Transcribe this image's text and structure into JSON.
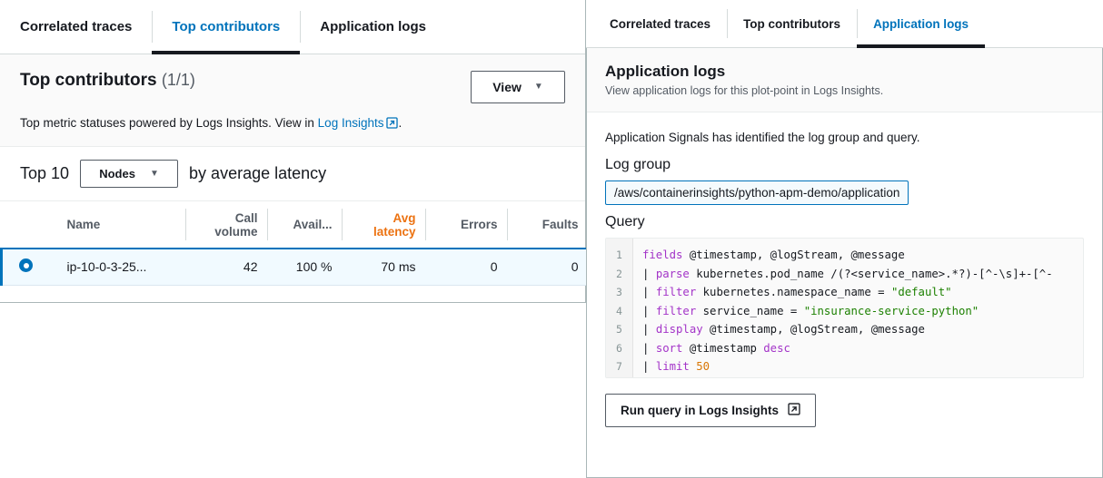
{
  "left_panel": {
    "tabs": [
      {
        "label": "Correlated traces",
        "active": false
      },
      {
        "label": "Top contributors",
        "active": true
      },
      {
        "label": "Application logs",
        "active": false
      }
    ],
    "header": {
      "title": "Top contributors",
      "count": "(1/1)",
      "description_prefix": "Top metric statuses powered by Logs Insights. View in ",
      "link_label": "Log Insights",
      "description_suffix": ".",
      "view_button_label": "View",
      "view_button_caret": "▼",
      "external_link_icon": "external-link-icon"
    },
    "topn": {
      "prefix": "Top 10",
      "dropdown_label": "Nodes",
      "dropdown_caret": "▼",
      "suffix": "by average latency"
    },
    "table": {
      "columns": [
        {
          "key": "select",
          "label": ""
        },
        {
          "key": "name",
          "label": "Name",
          "sorted": false,
          "align": "left"
        },
        {
          "key": "call_volume",
          "label": "Call volume",
          "sorted": false,
          "align": "right"
        },
        {
          "key": "availability",
          "label": "Avail...",
          "sorted": false,
          "align": "right"
        },
        {
          "key": "avg_latency",
          "label": "Avg latency",
          "sorted": true,
          "align": "right"
        },
        {
          "key": "errors",
          "label": "Errors",
          "sorted": false,
          "align": "right"
        },
        {
          "key": "faults",
          "label": "Faults",
          "sorted": false,
          "align": "right"
        }
      ],
      "rows": [
        {
          "selected": true,
          "name": "ip-10-0-3-25...",
          "call_volume": "42",
          "availability": "100 %",
          "avg_latency": "70 ms",
          "errors": "0",
          "faults": "0"
        }
      ]
    }
  },
  "right_panel": {
    "tabs": [
      {
        "label": "Correlated traces",
        "active": false
      },
      {
        "label": "Top contributors",
        "active": false
      },
      {
        "label": "Application logs",
        "active": true
      }
    ],
    "header": {
      "title": "Application logs",
      "subtitle": "View application logs for this plot-point in Logs Insights."
    },
    "intro": "Application Signals has identified the log group and query.",
    "log_group": {
      "label": "Log group",
      "value": "/aws/containerinsights/python-apm-demo/application"
    },
    "query": {
      "label": "Query",
      "lines": [
        {
          "n": "1",
          "segments": [
            {
              "t": "fields ",
              "c": "kw"
            },
            {
              "t": "@timestamp, @logStream, @message",
              "c": "pipe"
            }
          ]
        },
        {
          "n": "2",
          "segments": [
            {
              "t": "| ",
              "c": "pipe"
            },
            {
              "t": "parse ",
              "c": "kw"
            },
            {
              "t": "kubernetes.pod_name /(?<service_name>.*?)-[^-\\s]+-[^-",
              "c": "pipe"
            }
          ]
        },
        {
          "n": "3",
          "segments": [
            {
              "t": "| ",
              "c": "pipe"
            },
            {
              "t": "filter ",
              "c": "kw"
            },
            {
              "t": "kubernetes.namespace_name = ",
              "c": "pipe"
            },
            {
              "t": "\"default\"",
              "c": "str"
            }
          ]
        },
        {
          "n": "4",
          "segments": [
            {
              "t": "| ",
              "c": "pipe"
            },
            {
              "t": "filter ",
              "c": "kw"
            },
            {
              "t": "service_name = ",
              "c": "pipe"
            },
            {
              "t": "\"insurance-service-python\"",
              "c": "str"
            }
          ]
        },
        {
          "n": "5",
          "segments": [
            {
              "t": "| ",
              "c": "pipe"
            },
            {
              "t": "display ",
              "c": "kw"
            },
            {
              "t": "@timestamp, @logStream, @message",
              "c": "pipe"
            }
          ]
        },
        {
          "n": "6",
          "segments": [
            {
              "t": "| ",
              "c": "pipe"
            },
            {
              "t": "sort ",
              "c": "kw"
            },
            {
              "t": "@timestamp ",
              "c": "pipe"
            },
            {
              "t": "desc",
              "c": "kw"
            }
          ]
        },
        {
          "n": "7",
          "segments": [
            {
              "t": "| ",
              "c": "pipe"
            },
            {
              "t": "limit ",
              "c": "kw"
            },
            {
              "t": "50",
              "c": "numlit"
            }
          ]
        }
      ]
    },
    "run_button": {
      "label": "Run query in Logs Insights",
      "icon": "external-link-icon"
    }
  },
  "colors": {
    "accent_blue": "#0073bb",
    "sorted_orange": "#ec7211",
    "text": "#16191f",
    "muted": "#545b64",
    "keyword_purple": "#a333c8",
    "string_green": "#1d8102",
    "number_amber": "#d97706"
  }
}
